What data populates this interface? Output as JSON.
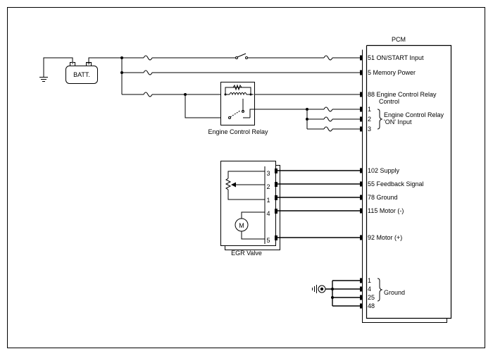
{
  "pcm": {
    "title": "PCM",
    "pins": {
      "on_start": "51 ON/START Input",
      "memory_power": "5 Memory Power",
      "relay_control_1": "88 Engine Control Relay",
      "relay_control_2": "Control",
      "relay_on_1": "1",
      "relay_on_2": "2",
      "relay_on_3": "3",
      "supply": "102 Supply",
      "feedback": "55 Feedback Signal",
      "ground_78": "78 Ground",
      "motor_neg": "115 Motor (-)",
      "motor_pos": "92 Motor (+)",
      "gnd_1": "1",
      "gnd_4": "4",
      "gnd_25": "25",
      "gnd_48": "48"
    },
    "group_labels": {
      "relay_on_1": "Engine Control Relay",
      "relay_on_2": "'ON' Input",
      "ground": "Ground"
    }
  },
  "battery": {
    "label": "BATT.",
    "neg_symbol": "-",
    "pos_symbol": "+"
  },
  "relay": {
    "label": "Engine Control Relay"
  },
  "egr": {
    "label": "EGR Valve",
    "pin_3": "3",
    "pin_2": "2",
    "pin_1": "1",
    "pin_4": "4",
    "pin_5": "5",
    "motor_symbol": "M"
  }
}
